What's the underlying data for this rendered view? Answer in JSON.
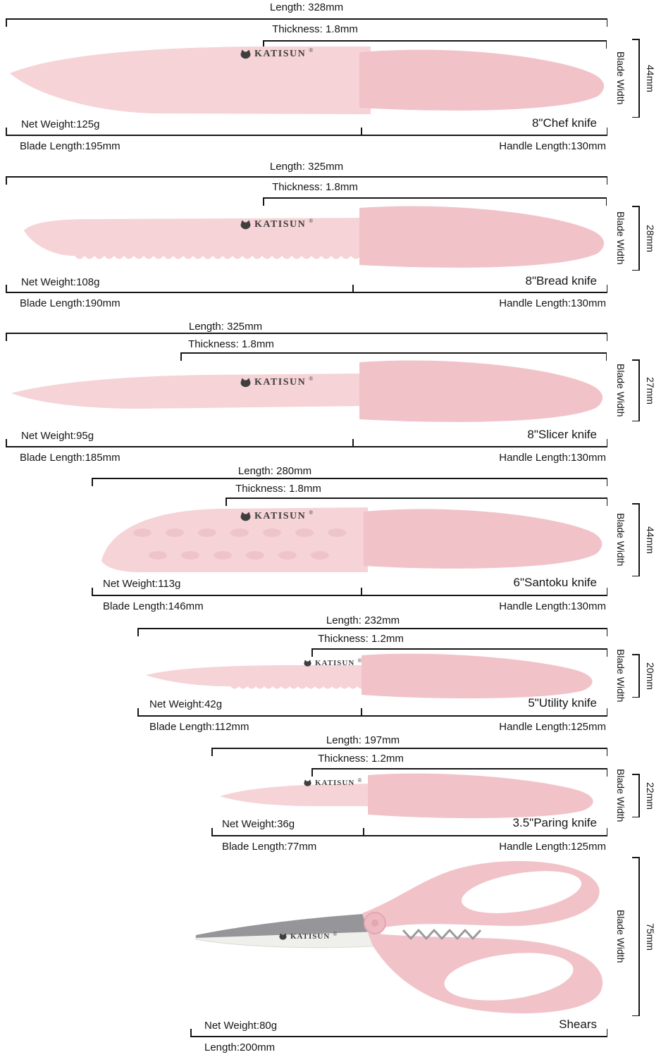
{
  "brand": {
    "logo_text": "KATISUN",
    "registered": "®"
  },
  "dim": {
    "blade_width_label": "Blade Width"
  },
  "colors": {
    "blade_pink": "#f6d3d6",
    "handle_pink": "#f1c3c9",
    "line_black": "#161616",
    "shears_blade_gray": "#96969a",
    "logo_gray": "#3f3f3f"
  },
  "knives": [
    {
      "name": "8\"Chef knife",
      "length": "Length: 328mm",
      "thickness": "Thickness: 1.8mm",
      "blade_width": "44mm",
      "net_weight": "Net Weight:125g",
      "blade_length": "Blade Length:195mm",
      "handle_length": "Handle Length:130mm"
    },
    {
      "name": "8\"Bread knife",
      "length": "Length: 325mm",
      "thickness": "Thickness: 1.8mm",
      "blade_width": "28mm",
      "net_weight": "Net Weight:108g",
      "blade_length": "Blade Length:190mm",
      "handle_length": "Handle Length:130mm"
    },
    {
      "name": "8\"Slicer knife",
      "length": "Length: 325mm",
      "thickness": "Thickness: 1.8mm",
      "blade_width": "27mm",
      "net_weight": "Net Weight:95g",
      "blade_length": "Blade Length:185mm",
      "handle_length": "Handle Length:130mm"
    },
    {
      "name": "6\"Santoku knife",
      "length": "Length: 280mm",
      "thickness": "Thickness: 1.8mm",
      "blade_width": "44mm",
      "net_weight": "Net Weight:113g",
      "blade_length": "Blade Length:146mm",
      "handle_length": "Handle Length:130mm"
    },
    {
      "name": "5\"Utility knife",
      "length": "Length: 232mm",
      "thickness": "Thickness: 1.2mm",
      "blade_width": "20mm",
      "net_weight": "Net Weight:42g",
      "blade_length": "Blade Length:112mm",
      "handle_length": "Handle Length:125mm"
    },
    {
      "name": "3.5\"Paring knife",
      "length": "Length: 197mm",
      "thickness": "Thickness: 1.2mm",
      "blade_width": "22mm",
      "net_weight": "Net Weight:36g",
      "blade_length": "Blade Length:77mm",
      "handle_length": "Handle Length:125mm"
    }
  ],
  "shears": {
    "name": "Shears",
    "blade_width": "75mm",
    "net_weight": "Net Weight:80g",
    "length": "Length:200mm"
  }
}
